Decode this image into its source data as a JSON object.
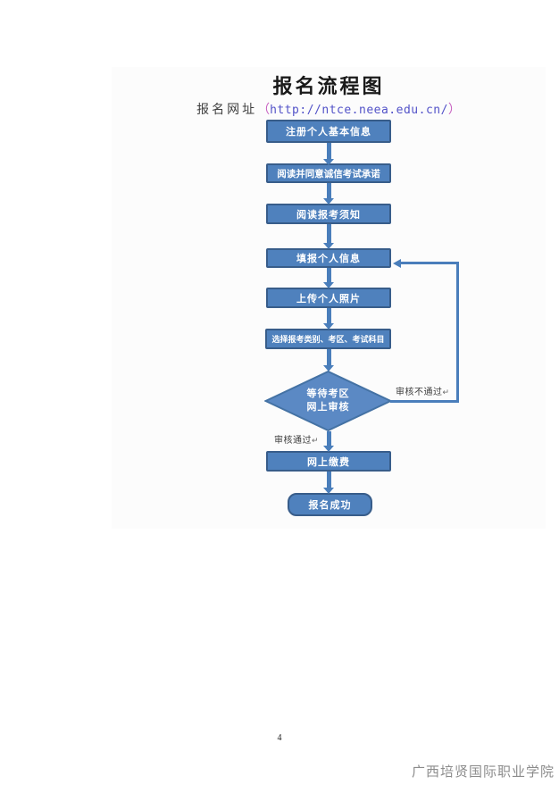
{
  "page": {
    "title": "报名流程图",
    "subtitle": {
      "prefix": "报名网址",
      "paren_open": "（",
      "url": "http://ntce.neea.edu.cn/",
      "paren_close": "）"
    },
    "page_number": "4",
    "footer_watermark": "广西培贤国际职业学院"
  },
  "colors": {
    "node_fill": "#4f81bd",
    "node_border": "#385d8a",
    "diamond_fill": "#5b89c4",
    "diamond_border": "#4472a4",
    "arrow": "#4a7ebb",
    "url_text": "#5252c8",
    "paren_text": "#c75fc0",
    "watermark_gray": "#8c8c8c"
  },
  "flowchart": {
    "steps": [
      "注册个人基本信息",
      "阅读并同意诚信考试承诺",
      "阅读报考须知",
      "填报个人信息",
      "上传个人照片",
      "选择报考类别、考区、考试科目",
      "网上缴费",
      "报名成功"
    ],
    "decision": {
      "line1": "等待考区",
      "line2": "网上审核"
    },
    "edge_labels": {
      "not_approved": "审核不通过",
      "approved": "审核通过",
      "return_mark": "↵"
    }
  }
}
